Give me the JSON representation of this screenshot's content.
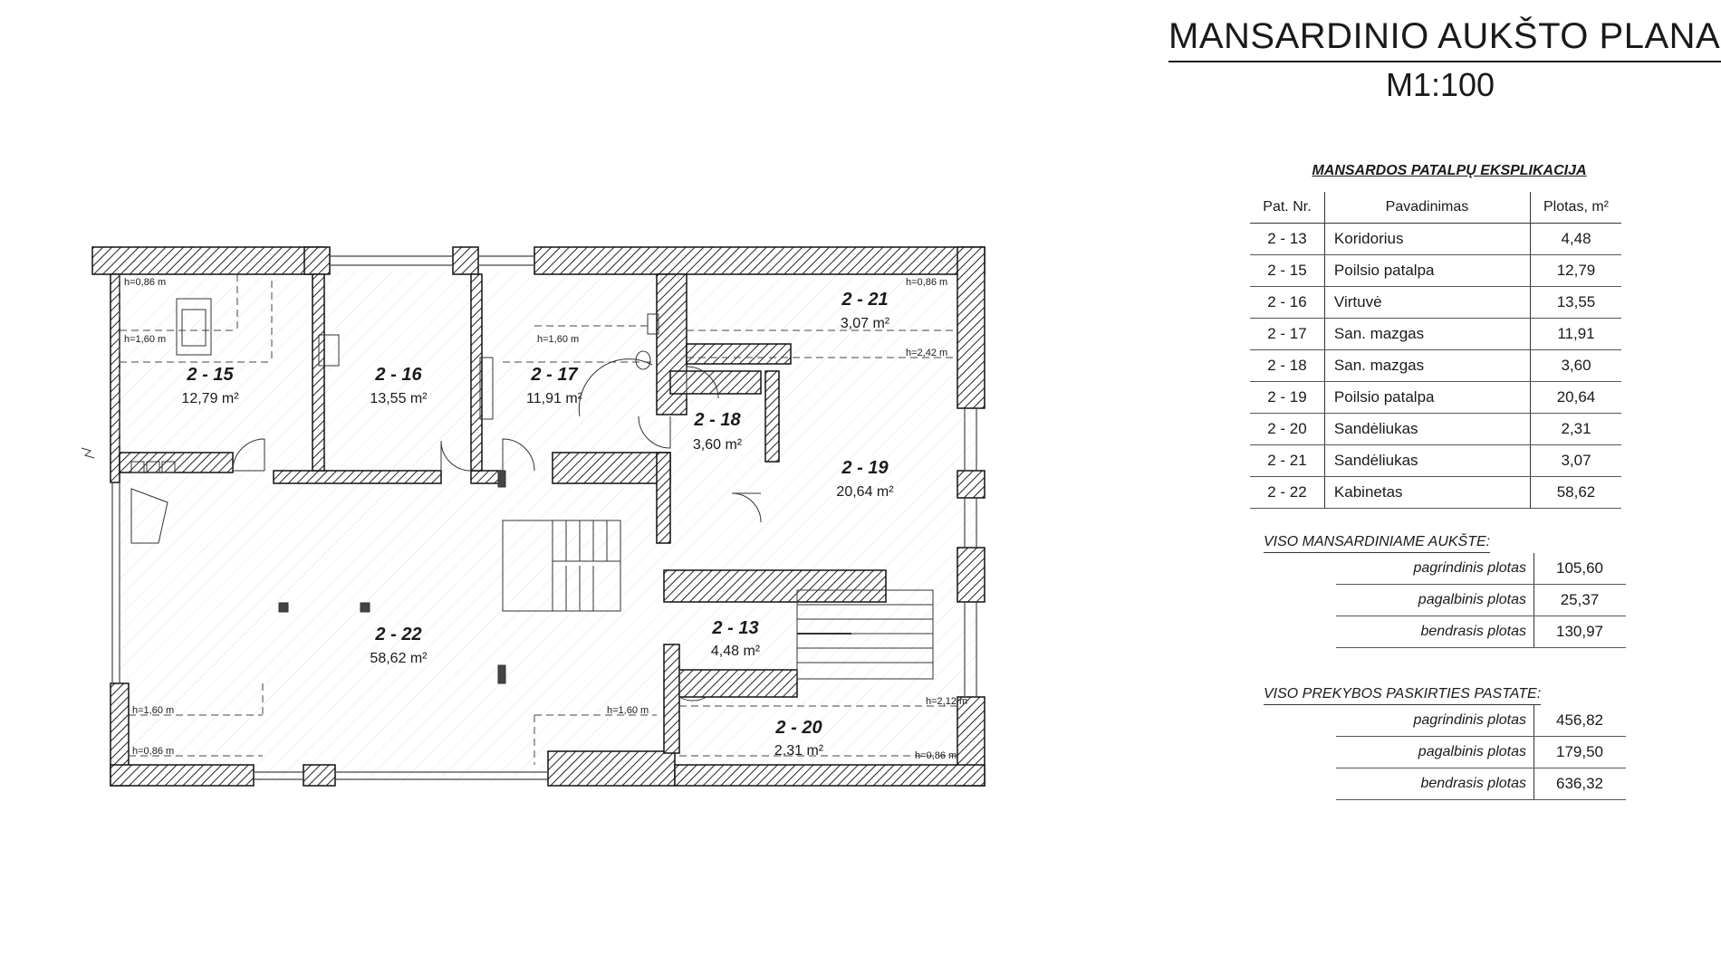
{
  "title": "MANSARDINIO AUKŠTO PLANAS",
  "scale": "M1:100",
  "explication": {
    "title": "MANSARDOS PATALPŲ EKSPLIKACIJA",
    "headers": [
      "Pat. Nr.",
      "Pavadinimas",
      "Plotas, m²"
    ],
    "rows": [
      {
        "nr": "2 - 13",
        "name": "Koridorius",
        "area": "4,48"
      },
      {
        "nr": "2 - 15",
        "name": "Poilsio patalpa",
        "area": "12,79"
      },
      {
        "nr": "2 - 16",
        "name": "Virtuvė",
        "area": "13,55"
      },
      {
        "nr": "2 - 17",
        "name": "San. mazgas",
        "area": "11,91"
      },
      {
        "nr": "2 - 18",
        "name": "San. mazgas",
        "area": "3,60"
      },
      {
        "nr": "2 - 19",
        "name": "Poilsio patalpa",
        "area": "20,64"
      },
      {
        "nr": "2 - 20",
        "name": "Sandėliukas",
        "area": "2,31"
      },
      {
        "nr": "2 - 21",
        "name": "Sandėliukas",
        "area": "3,07"
      },
      {
        "nr": "2 - 22",
        "name": "Kabinetas",
        "area": "58,62"
      }
    ]
  },
  "summary_floor": {
    "title": "VISO MANSARDINIAME AUKŠTE:",
    "rows": [
      {
        "label": "pagrindinis plotas",
        "value": "105,60"
      },
      {
        "label": "pagalbinis plotas",
        "value": "25,37"
      },
      {
        "label": "bendrasis plotas",
        "value": "130,97"
      }
    ]
  },
  "summary_building": {
    "title": "VISO PREKYBOS PASKIRTIES PASTATE:",
    "rows": [
      {
        "label": "pagrindinis plotas",
        "value": "456,82"
      },
      {
        "label": "pagalbinis plotas",
        "value": "179,50"
      },
      {
        "label": "bendrasis plotas",
        "value": "636,32"
      }
    ]
  },
  "plan": {
    "rooms": [
      {
        "id": "2-15",
        "num": "2 - 15",
        "area": "12,79 m²"
      },
      {
        "id": "2-16",
        "num": "2 - 16",
        "area": "13,55 m²"
      },
      {
        "id": "2-17",
        "num": "2 - 17",
        "area": "11,91 m²"
      },
      {
        "id": "2-21",
        "num": "2 - 21",
        "area": "3,07 m²"
      },
      {
        "id": "2-18",
        "num": "2 - 18",
        "area": "3,60 m²"
      },
      {
        "id": "2-19",
        "num": "2 - 19",
        "area": "20,64 m²"
      },
      {
        "id": "2-22",
        "num": "2 - 22",
        "area": "58,62 m²"
      },
      {
        "id": "2-13",
        "num": "2 - 13",
        "area": "4,48 m²"
      },
      {
        "id": "2-20",
        "num": "2 - 20",
        "area": "2,31 m²"
      }
    ],
    "height_notes": {
      "r15_a": "h=0,86 m",
      "r15_b": "h=1,60 m",
      "r17_a": "h=1,60 m",
      "r21_a": "h=0,86 m",
      "r21_b": "h=2,42 m",
      "r22_a": "h=1,60 m",
      "r22_b": "h=0,86 m",
      "r22_c": "h=1,60 m",
      "r20_a": "h=2,12 m",
      "r20_b": "h=0,86 m"
    }
  }
}
